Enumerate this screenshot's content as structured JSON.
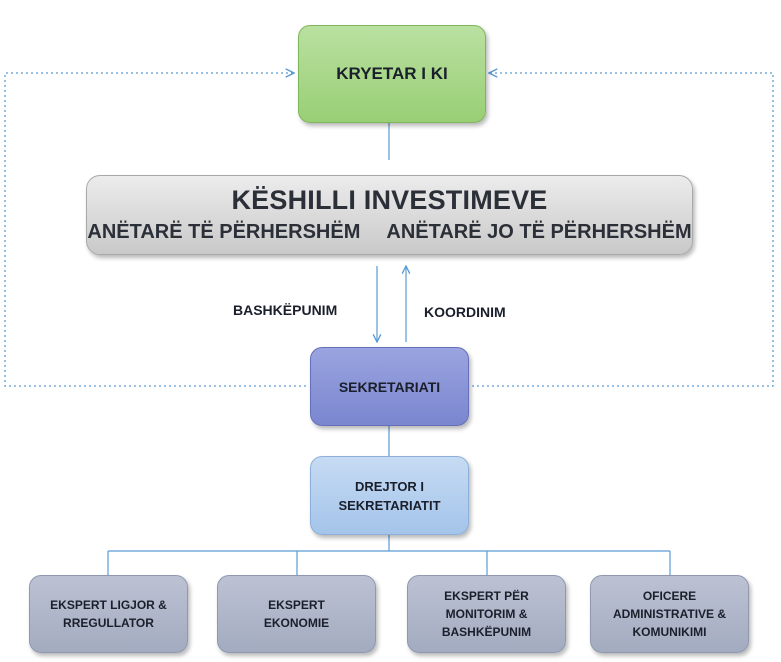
{
  "chair": {
    "label": "KRYETAR I KI"
  },
  "council": {
    "title": "KËSHILLI INVESTIMEVE",
    "permanent": "ANËTARË TË PËRHERSHËM",
    "non_permanent": "ANËTARË JO TË PËRHERSHËM"
  },
  "flows": {
    "cooperation": "BASHKËPUNIM",
    "coordination": "KOORDINIM"
  },
  "secretariat": {
    "label": "SEKRETARIATI"
  },
  "director": {
    "line1": "DREJTOR I",
    "line2": "SEKRETARIATIT"
  },
  "experts": [
    {
      "lines": [
        "EKSPERT LIGJOR &",
        "RREGULLATOR"
      ]
    },
    {
      "lines": [
        "EKSPERT",
        "EKONOMIE"
      ]
    },
    {
      "lines": [
        "EKSPERT PËR",
        "MONITORIM &",
        "BASHKËPUNIM"
      ]
    },
    {
      "lines": [
        "OFICERE",
        "ADMINISTRATIVE &",
        "KOMUNIKIMI"
      ]
    }
  ],
  "colors": {
    "connector": "#5b9bd5",
    "chair_fill": "#9bd17a",
    "council_fill": "#d6d6d6",
    "secretariat_fill": "#8893d6",
    "director_fill": "#afcbee",
    "expert_fill": "#adb4c8"
  }
}
